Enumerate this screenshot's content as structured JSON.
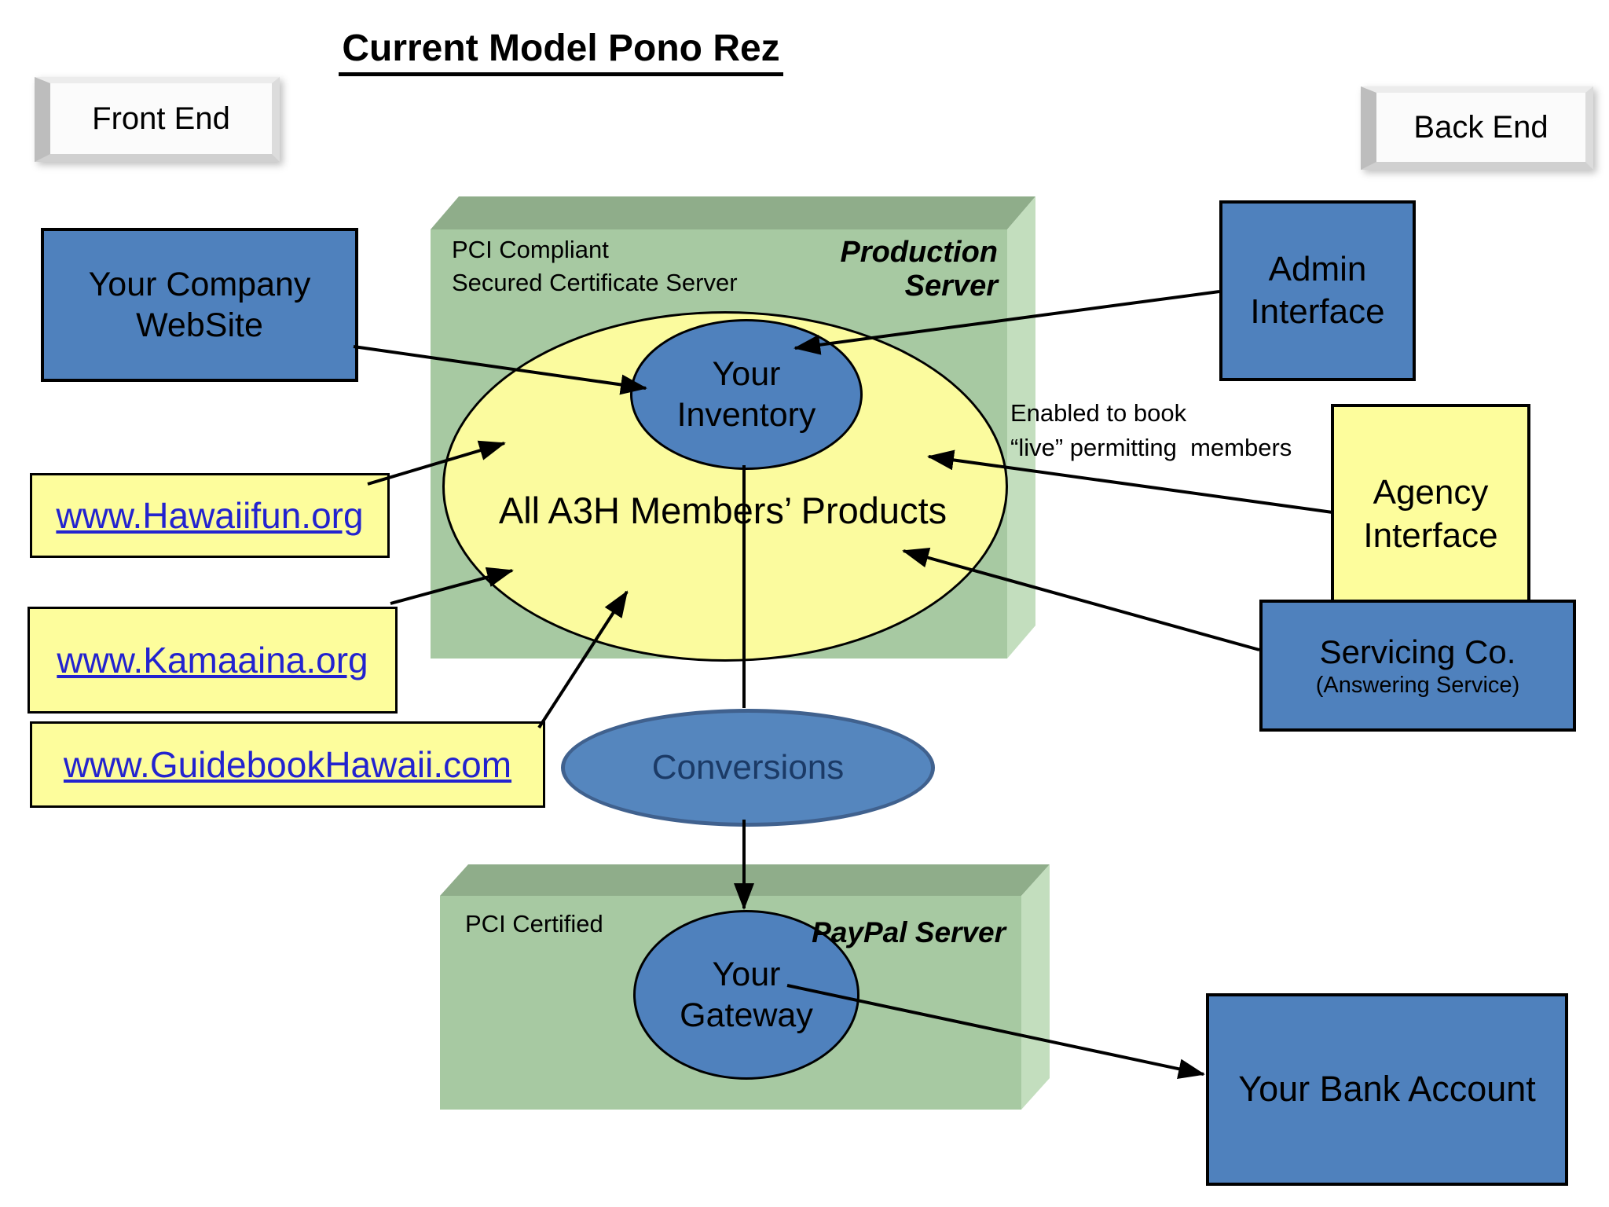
{
  "title": "Current Model Pono Rez",
  "tabs": {
    "front_end": "Front End",
    "back_end": "Back End"
  },
  "front_end_sources": {
    "company_website": "Your Company WebSite",
    "links": [
      {
        "label": "www.Hawaiifun.org"
      },
      {
        "label": "www.Kamaaina.org"
      },
      {
        "label": "www.GuidebookHawaii.com"
      }
    ]
  },
  "production_server": {
    "name": "Production Server",
    "compliance_line1": "PCI Compliant",
    "compliance_line2": "Secured Certificate Server",
    "members_pool": "All A3H Members’ Products",
    "inventory": "Your Inventory"
  },
  "back_end": {
    "admin_interface": "Admin Interface",
    "agency_interface": "Agency Interface",
    "agency_note_line1": "Enabled to book",
    "agency_note_line2": "“live” permitting  members",
    "servicing_co_line1": "Servicing Co.",
    "servicing_co_line2": "(Answering Service)",
    "bank_account": "Your Bank Account"
  },
  "payment_flow": {
    "conversions": "Conversions",
    "paypal_server": "PayPal Server",
    "paypal_compliance": "PCI Certified",
    "gateway": "Your Gateway"
  },
  "connections": [
    {
      "from": "Your Company WebSite",
      "to": "Your Inventory"
    },
    {
      "from": "www.Hawaiifun.org",
      "to": "All A3H Members’ Products"
    },
    {
      "from": "www.Kamaaina.org",
      "to": "All A3H Members’ Products"
    },
    {
      "from": "www.GuidebookHawaii.com",
      "to": "All A3H Members’ Products"
    },
    {
      "from": "Admin Interface",
      "to": "Your Inventory"
    },
    {
      "from": "Agency Interface",
      "to": "All A3H Members’ Products"
    },
    {
      "from": "Servicing Co.",
      "to": "All A3H Members’ Products"
    },
    {
      "from": "Your Inventory",
      "to": "Conversions"
    },
    {
      "from": "Conversions",
      "to": "Your Gateway"
    },
    {
      "from": "Your Gateway",
      "to": "Your Bank Account"
    }
  ],
  "colors": {
    "node_blue": "#4F81BD",
    "node_yellow": "#FDFD9C",
    "server_front": "#A7C9A2",
    "server_top": "#8FAD8A",
    "server_side": "#C3DEBE",
    "link_blue": "#2323CF",
    "conversions_fill": "#5586BE",
    "conversions_border": "#40618E",
    "conversions_text": "#1B3A66"
  }
}
